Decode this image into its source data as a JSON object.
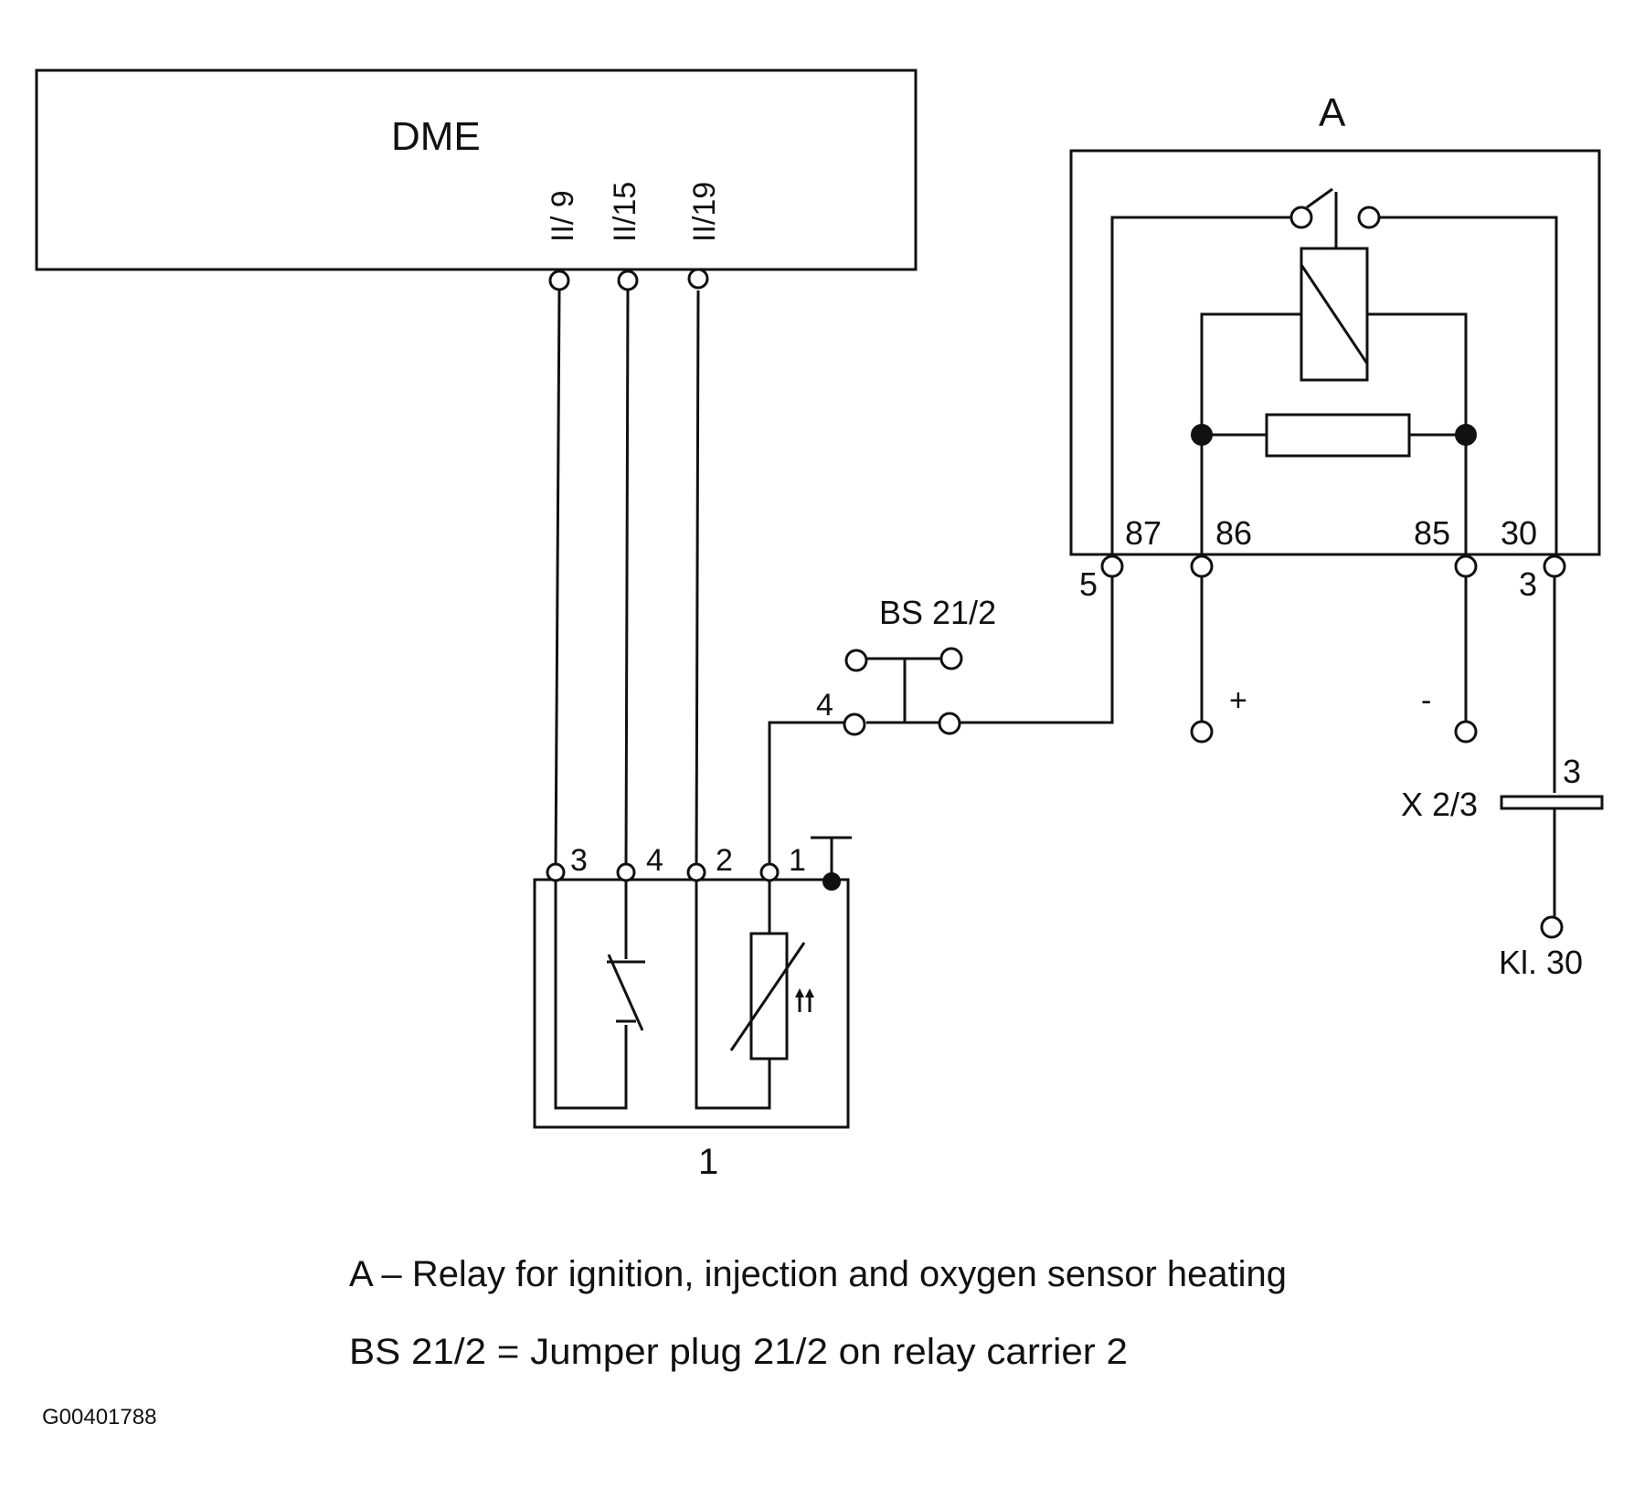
{
  "dme": {
    "title": "DME",
    "pins": [
      "II/ 9",
      "II/15",
      "II/19"
    ]
  },
  "relay": {
    "title": "A",
    "pins": [
      "87",
      "86",
      "85",
      "30"
    ],
    "left_terminal": "5",
    "right_terminal": "3",
    "plus": "+",
    "minus": "-"
  },
  "jumper": {
    "title": "BS 21/2",
    "terminal": "4"
  },
  "connector": {
    "title": "X 2/3",
    "pin": "3",
    "supply": "Kl. 30"
  },
  "sensor": {
    "title": "1",
    "pins": [
      "3",
      "4",
      "2",
      "1"
    ]
  },
  "legend": [
    "A – Relay for ignition, injection and oxygen sensor heating",
    "BS 21/2 = Jumper plug 21/2 on relay carrier 2"
  ],
  "figure_id": "G00401788"
}
